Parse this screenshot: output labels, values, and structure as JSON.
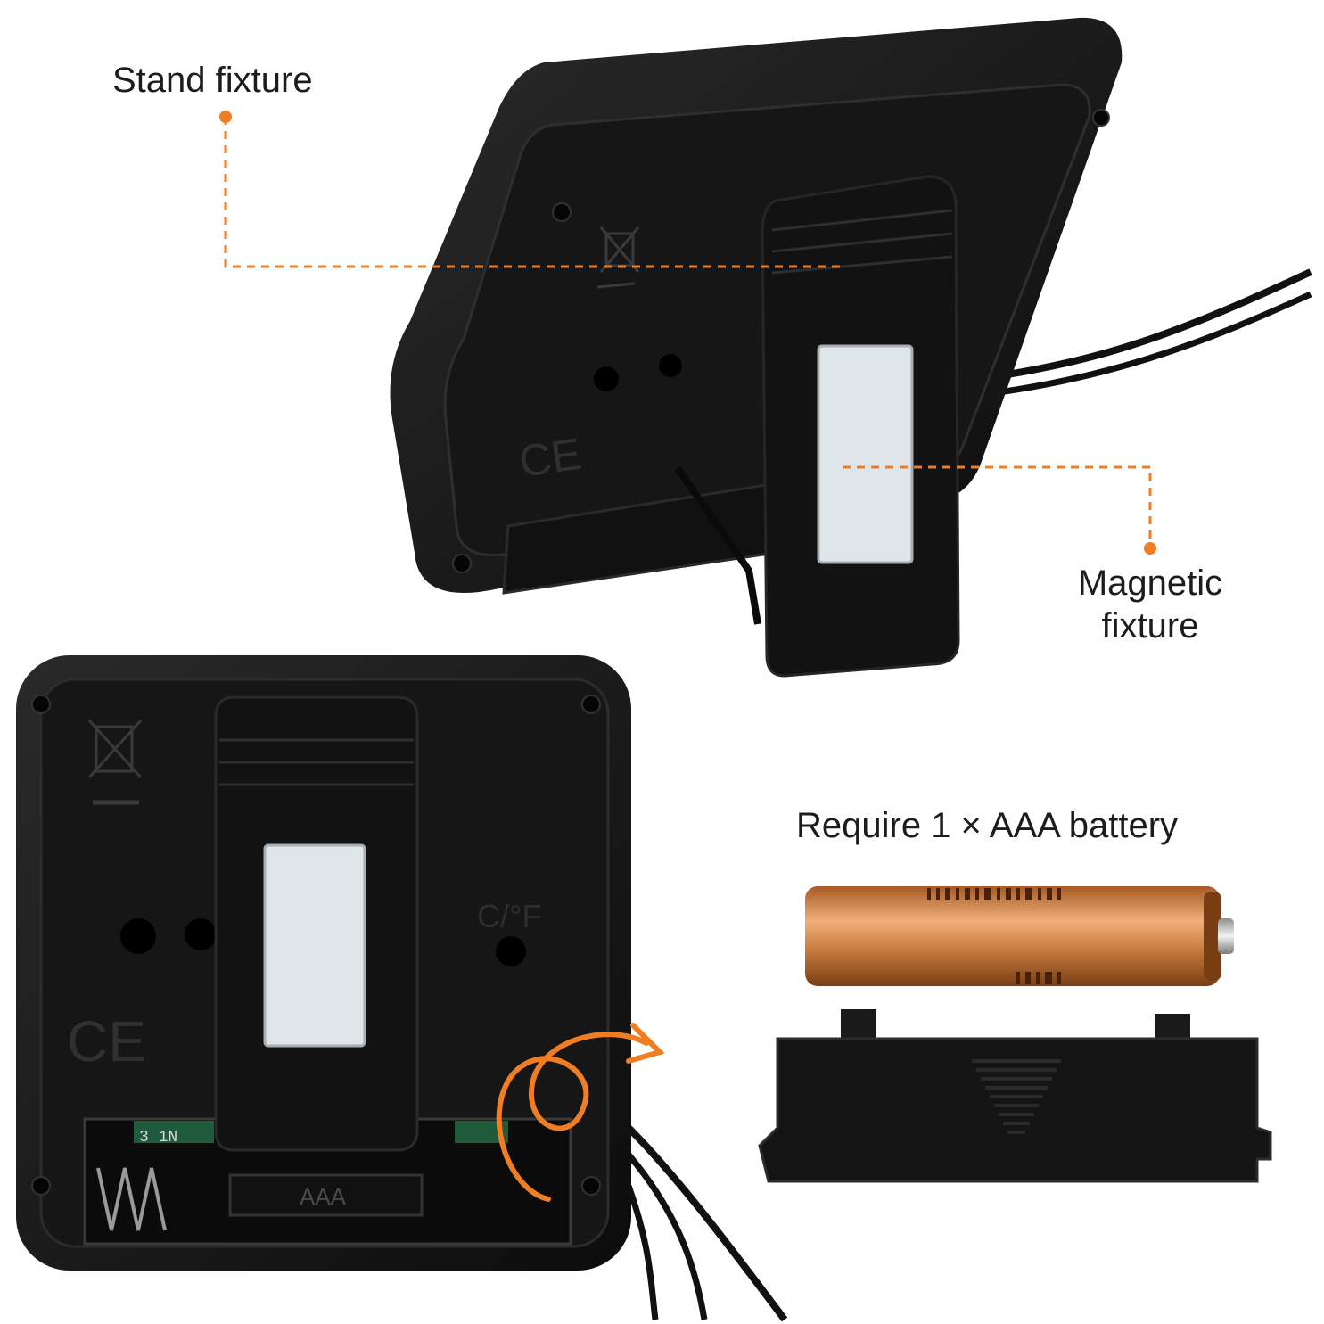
{
  "labels": {
    "stand_fixture": "Stand fixture",
    "magnetic_fixture_line1": "Magnetic",
    "magnetic_fixture_line2": "fixture",
    "battery_requirement": "Require 1 × AAA battery"
  },
  "device_markings": {
    "ce_mark": "CE",
    "unit_switch": "C/°F",
    "battery_slot": "AAA",
    "board_text": "3 1N"
  },
  "colors": {
    "annotation_orange": "#f07d22",
    "device_black": "#141414",
    "magnet_pad": "#dfe6ea",
    "battery_copper": "#c9773a",
    "background": "#ffffff"
  },
  "icons": [
    "weee-bin-icon",
    "ce-mark-icon",
    "curved-arrow-icon"
  ]
}
